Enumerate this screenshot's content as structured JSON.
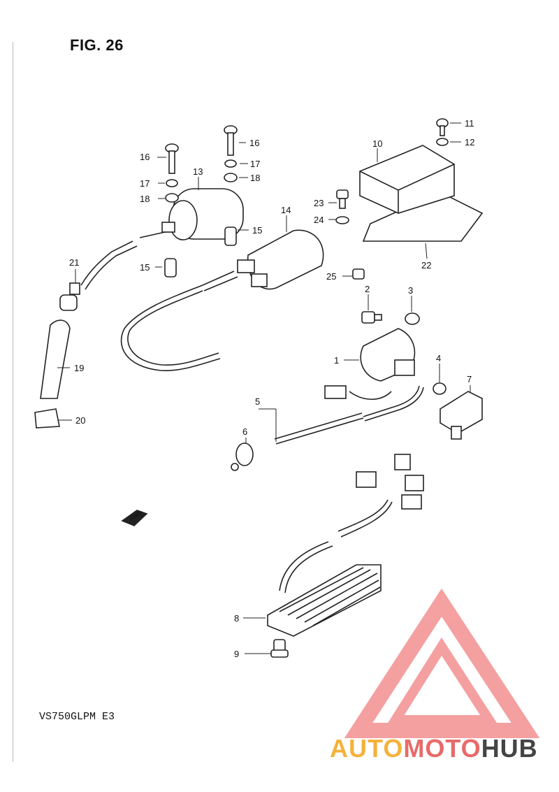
{
  "figure": {
    "title": "FIG. 26",
    "model": "VS750GLPM  E3"
  },
  "watermark": {
    "parts": [
      "AUTO",
      "MOTO",
      "HUB"
    ],
    "colors": {
      "auto": "#f4b23c",
      "moto": "#e86a6a",
      "hub": "#444444",
      "logo": "#f08080"
    }
  },
  "fwd_label": "FWD",
  "callouts": [
    "1",
    "2",
    "3",
    "4",
    "5",
    "6",
    "7",
    "8",
    "9",
    "10",
    "11",
    "12",
    "13",
    "14",
    "15",
    "15",
    "16",
    "16",
    "17",
    "17",
    "18",
    "18",
    "19",
    "20",
    "21",
    "22",
    "23",
    "24",
    "25"
  ]
}
